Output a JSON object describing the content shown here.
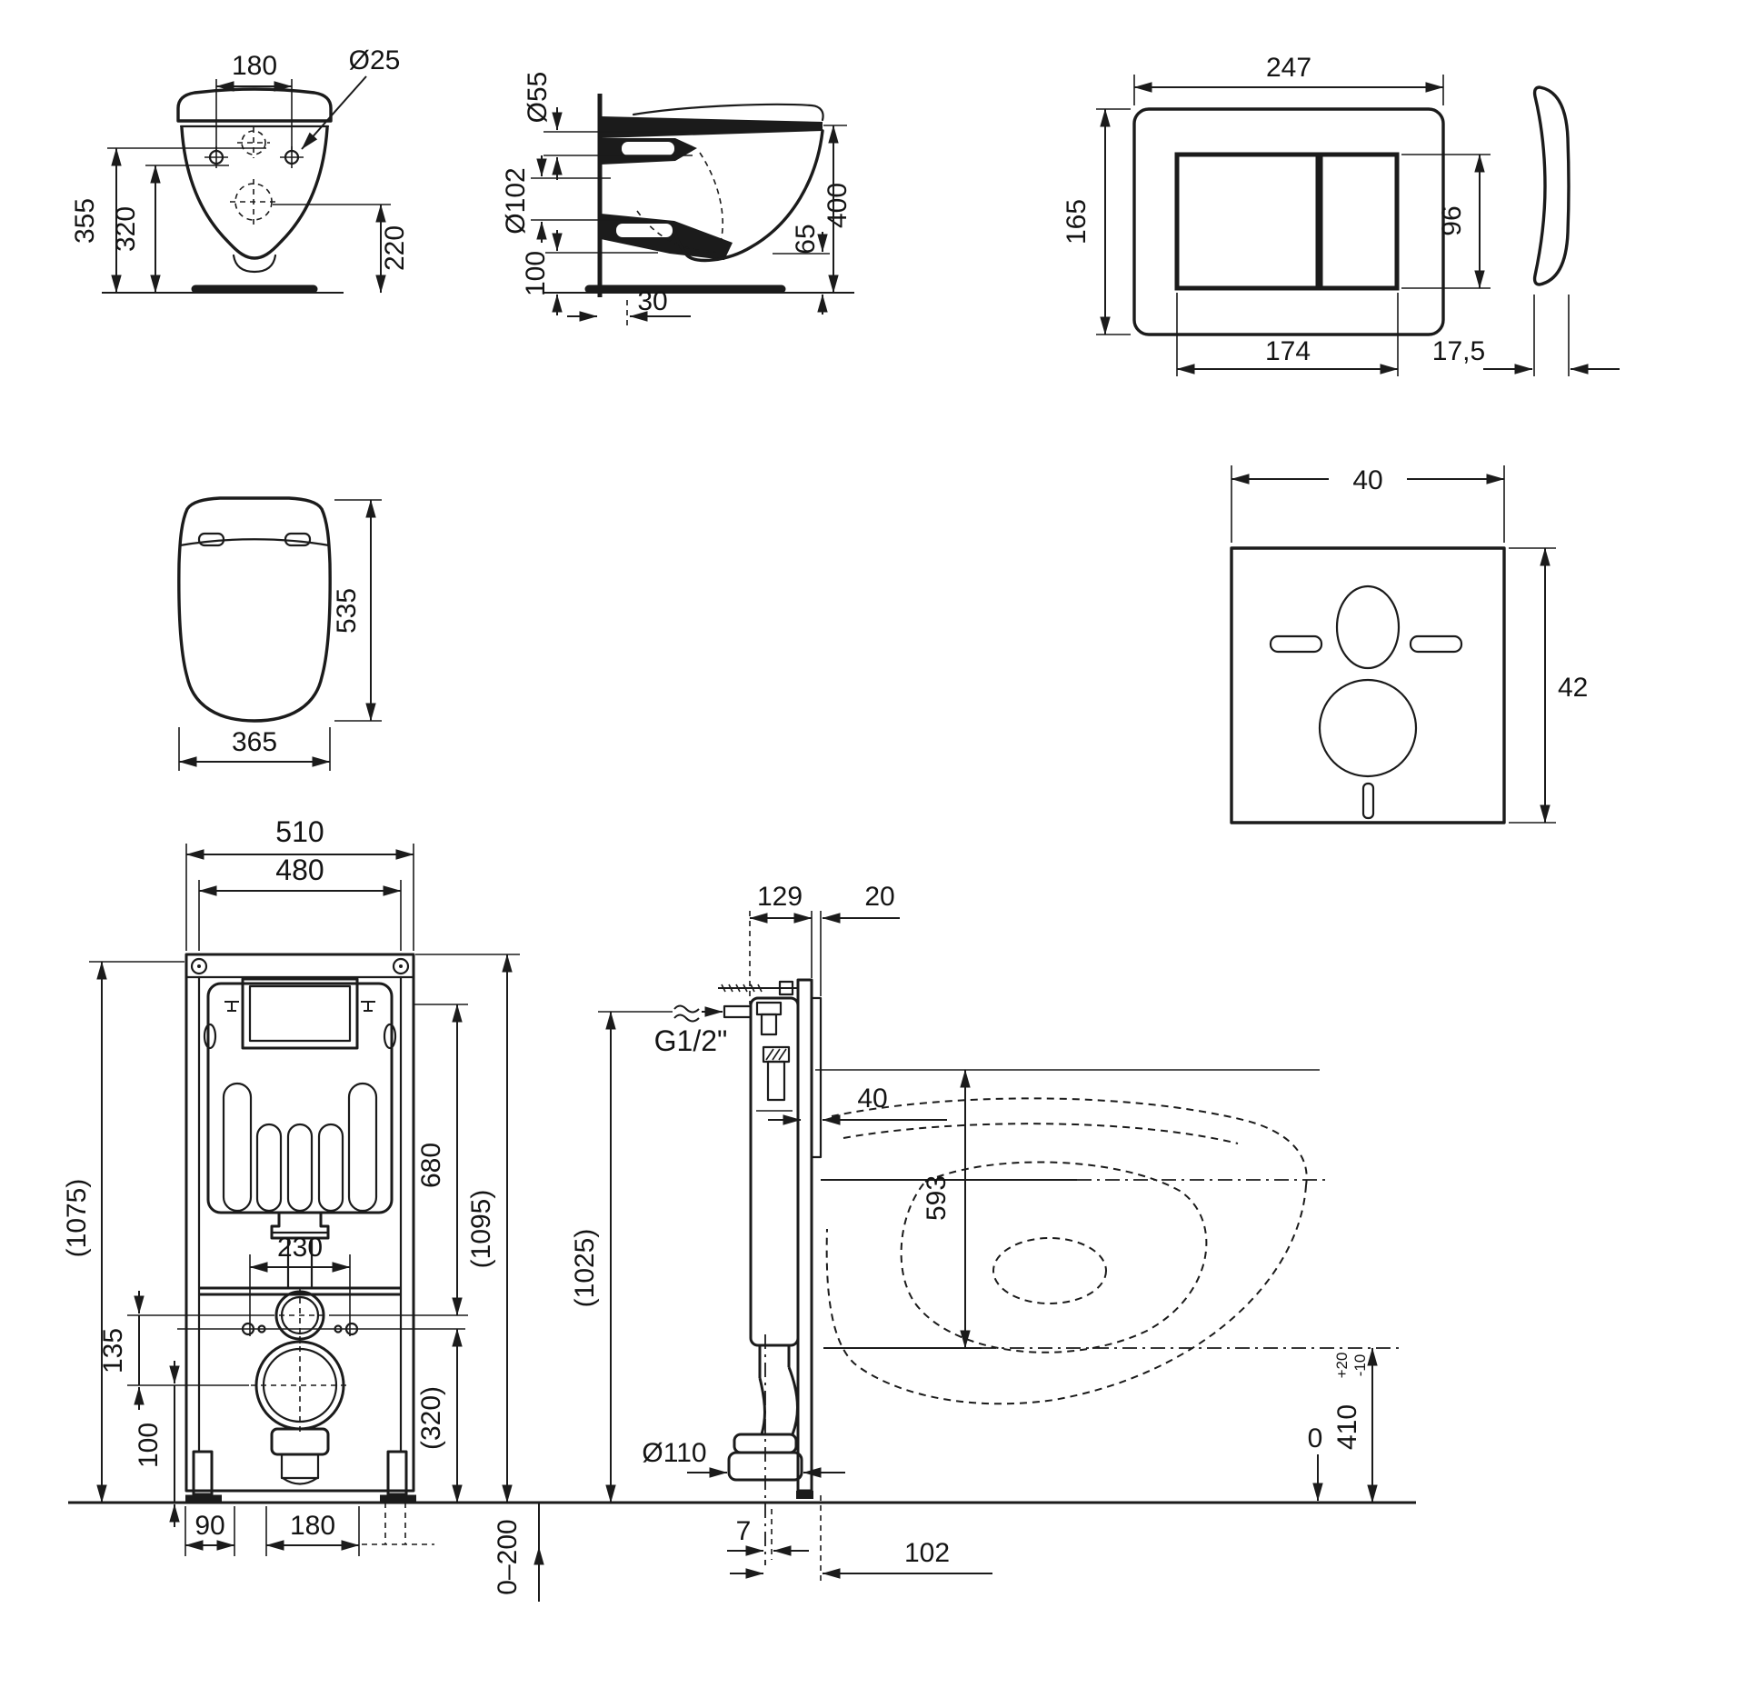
{
  "page": {
    "background": "#ffffff",
    "ink": "#1b1b1b"
  },
  "views": {
    "bowl_front": {
      "dims": {
        "hole_spacing": "180",
        "hole_diameter": "Ø25",
        "total_height": "355",
        "hole_height": "320",
        "outlet_height": "220"
      }
    },
    "bowl_side": {
      "dims": {
        "inlet_diameter": "Ø55",
        "outlet_diameter": "Ø102",
        "outlet_axis": "100",
        "depth": "400",
        "clearance": "65",
        "wall_gap": "30"
      }
    },
    "flush_plate": {
      "dims": {
        "width": "247",
        "height": "165",
        "buttons_height": "96",
        "buttons_width": "174",
        "thickness": "17,5"
      }
    },
    "seat_top": {
      "dims": {
        "depth": "535",
        "width": "365"
      }
    },
    "sound_pad": {
      "dims": {
        "width": "40",
        "height": "42"
      }
    },
    "frame_front": {
      "dims": {
        "outer_width": "510",
        "inner_width": "480",
        "frame_height": "(1075)",
        "upper_height": "680",
        "total_height": "(1095)",
        "rod_spacing": "230",
        "offset_a": "135",
        "offset_b": "100",
        "drain_height": "(320)",
        "foot_offset": "90",
        "outlet_spacing": "180",
        "adjust_range": "0–200"
      }
    },
    "frame_side": {
      "dims": {
        "depth": "129",
        "wall_thickness": "20",
        "water_connection": "G1/2\"",
        "front_gap": "40",
        "drop": "593",
        "supply_height": "(1025)",
        "drain_diameter": "Ø110",
        "axis_height": "410",
        "axis_tol_plus": "+20",
        "axis_tol_minus": "-10",
        "floor_level": "0",
        "outlet_offset": "7",
        "outlet_distance": "102"
      }
    }
  }
}
